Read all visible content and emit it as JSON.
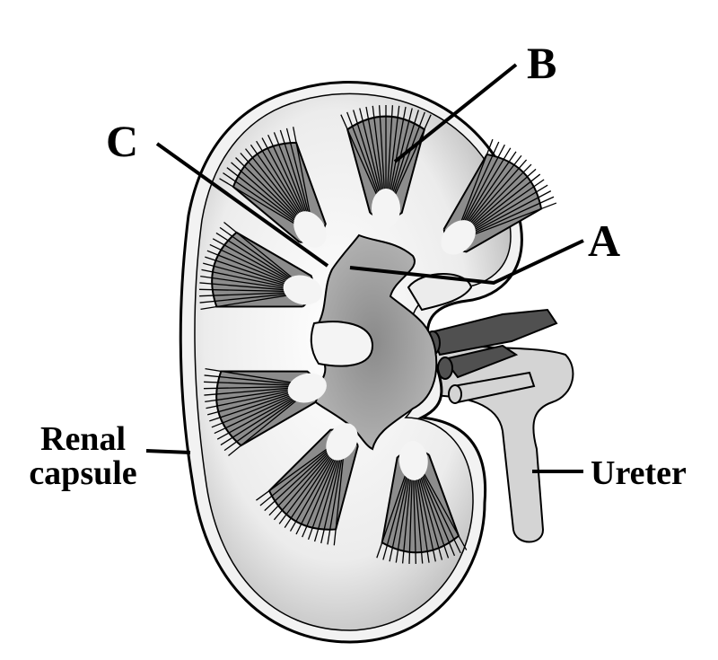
{
  "title": "Kidney cross-section",
  "labels": {
    "a": "A",
    "b": "B",
    "c": "C",
    "renal_capsule_line1": "Renal",
    "renal_capsule_line2": "capsule",
    "ureter": "Ureter"
  },
  "colors": {
    "cortex": "#e6e6e6",
    "pyramid": "#8c8c8c",
    "pelvis": "#a8a8a8",
    "vessel_dark": "#505050",
    "ureter": "#d4d4d4",
    "outline": "#000000"
  }
}
